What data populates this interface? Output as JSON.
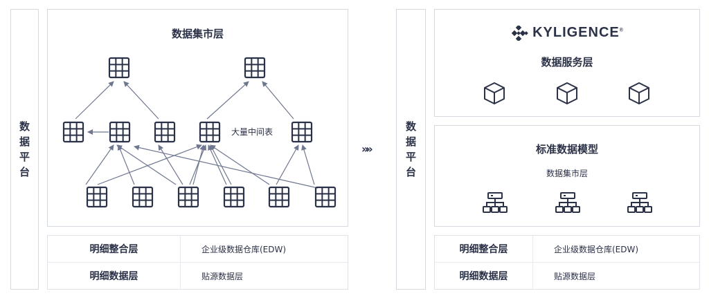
{
  "left": {
    "platform_label": [
      "数",
      "据",
      "平",
      "台"
    ],
    "mart_title": "数据集市层",
    "intermediate_label": "大量中间表",
    "rows": [
      {
        "name": "明细整合层",
        "desc": "企业级数据仓库(EDW)"
      },
      {
        "name": "明细数据层",
        "desc": "贴源数据层"
      }
    ]
  },
  "separator": "»»",
  "right": {
    "platform_label": [
      "数",
      "据",
      "平",
      "台"
    ],
    "brand": {
      "name": "KYLIGENCE",
      "reg": "®"
    },
    "service_title": "数据服务层",
    "model_title": "标准数据模型",
    "model_subtitle": "数据集市层",
    "rows": [
      {
        "name": "明细整合层",
        "desc": "企业级数据仓库(EDW)"
      },
      {
        "name": "明细数据层",
        "desc": "贴源数据层"
      }
    ]
  },
  "colors": {
    "ink": "#2b3147",
    "arrow": "#6e7690",
    "border": "#d5d9e0"
  },
  "icons": {
    "table": "table-grid-icon",
    "cube": "cube-icon",
    "model": "hierarchy-icon",
    "logo": "kyligence-logo-icon"
  }
}
